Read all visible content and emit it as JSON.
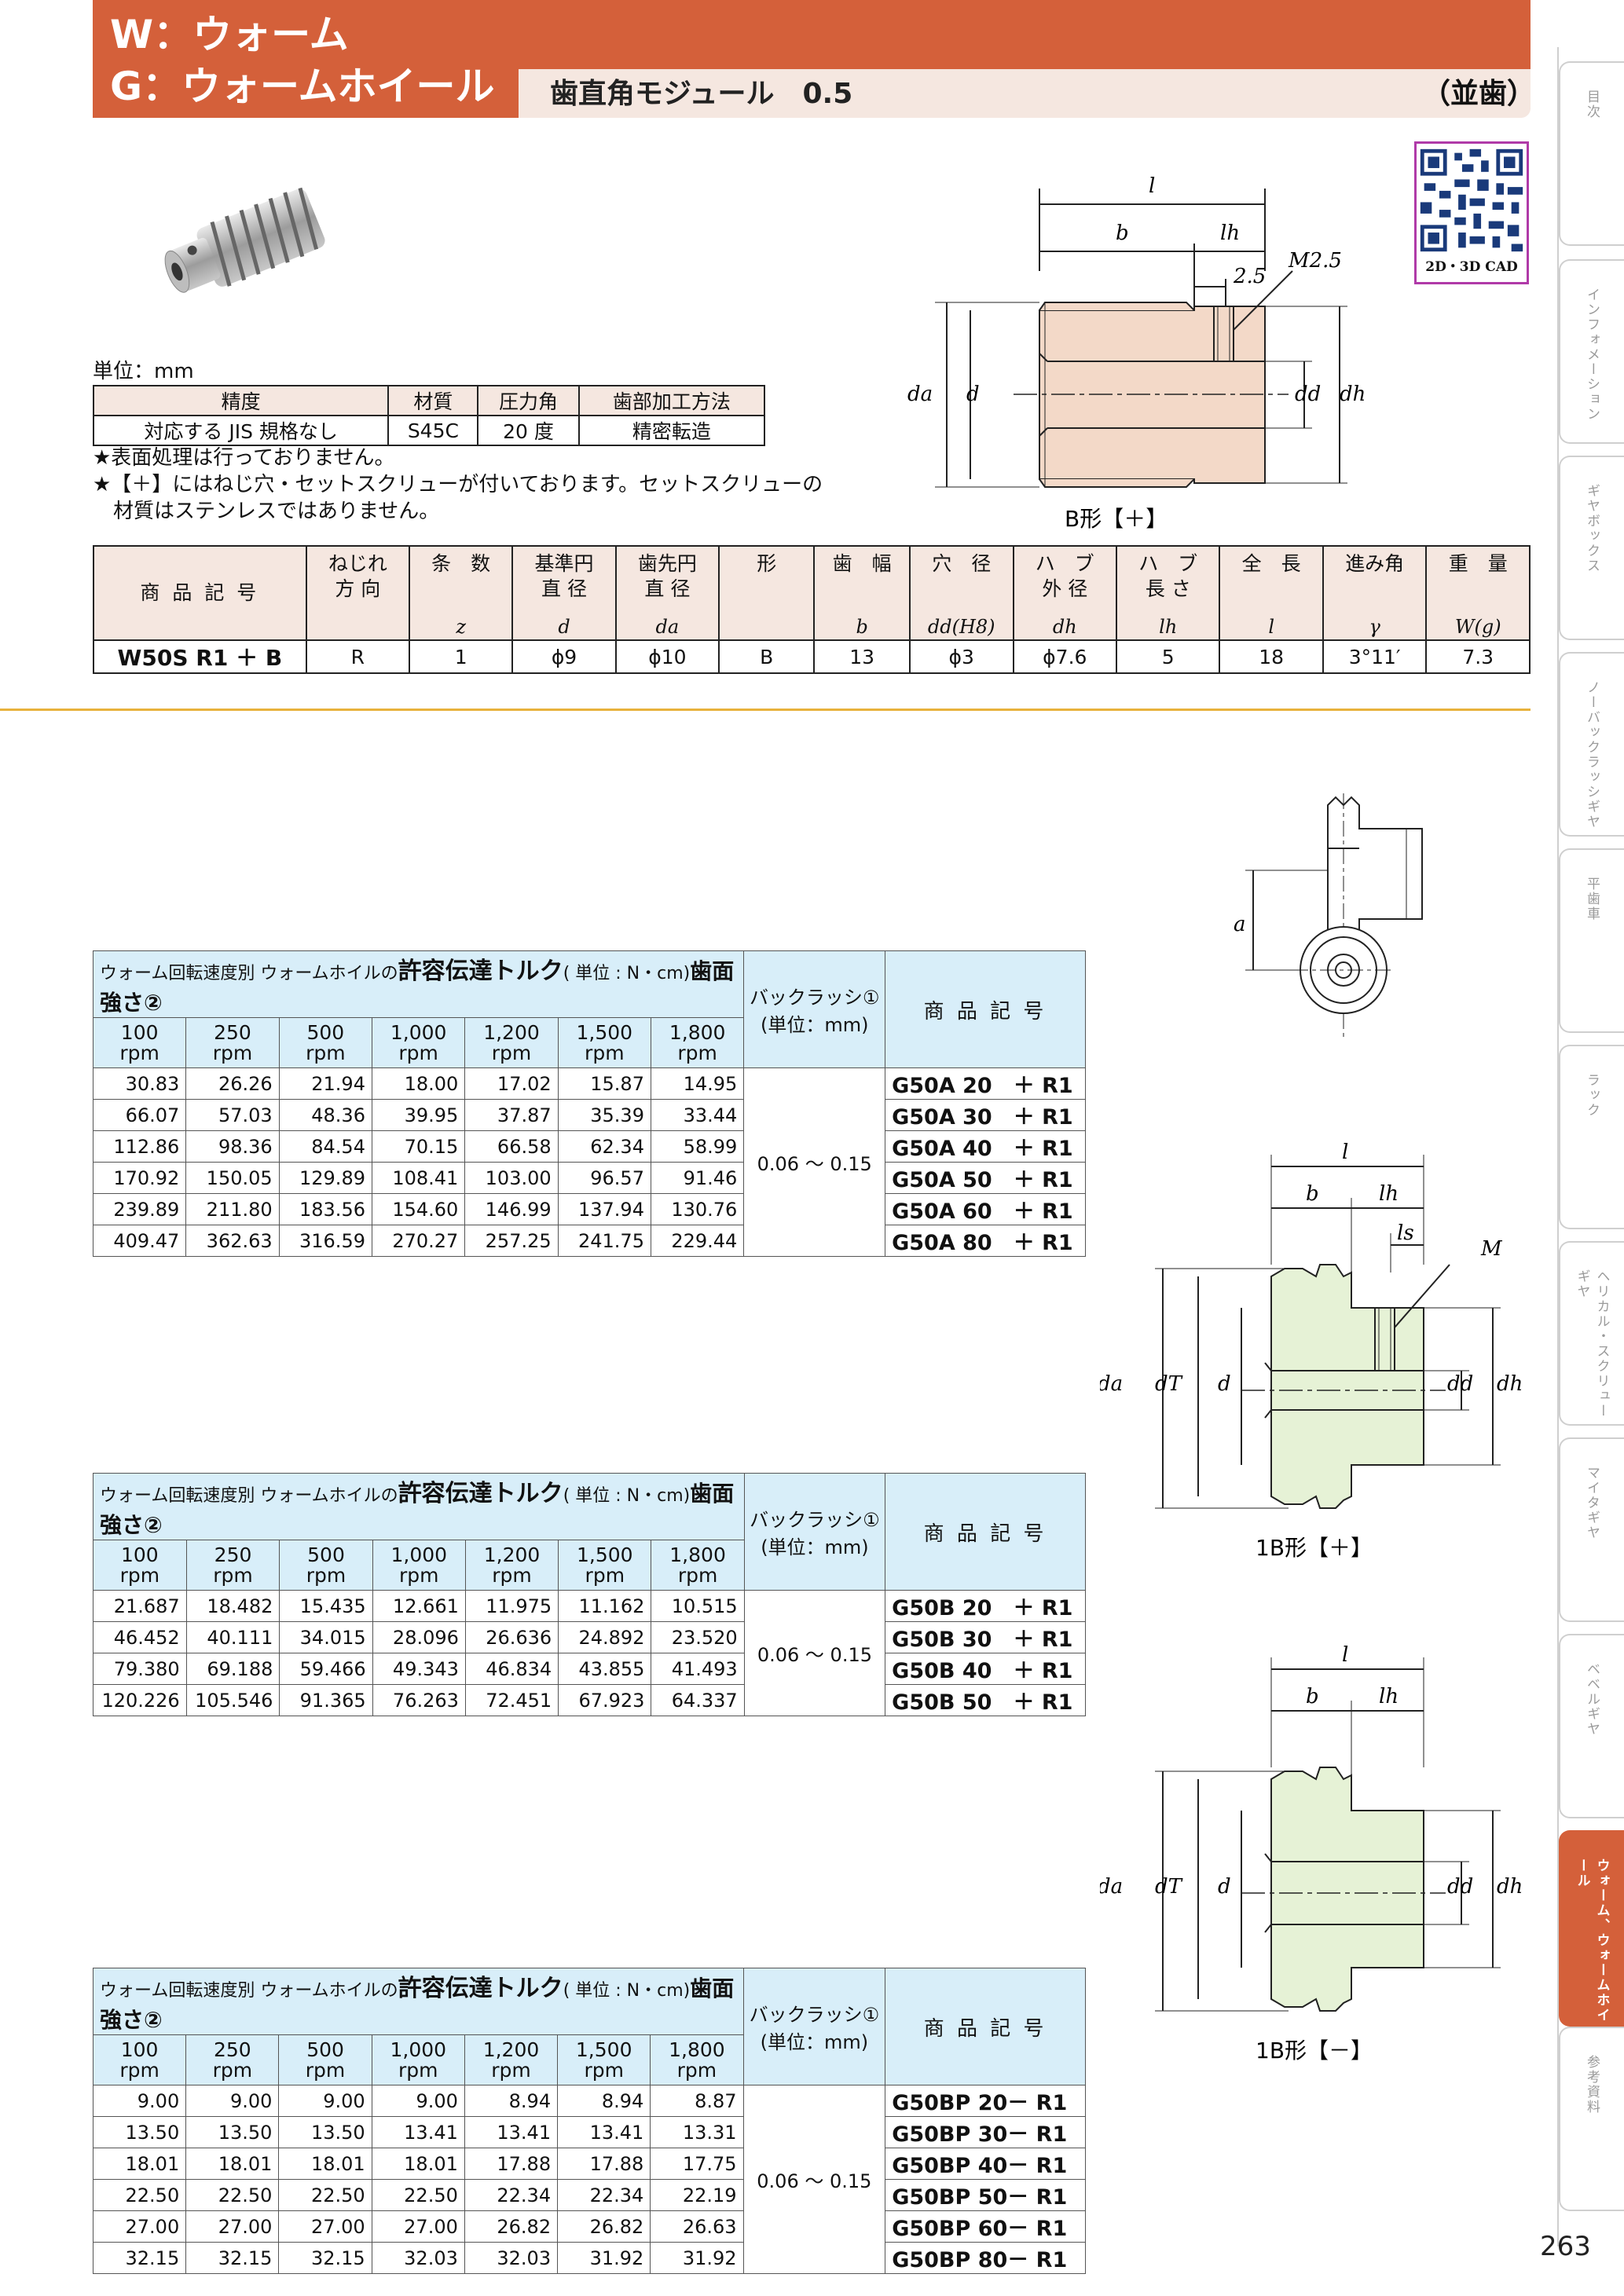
{
  "header": {
    "line1": "W：ウォーム",
    "line2": "G：ウォームホイール",
    "subtitle": "歯直角モジュール　0.5",
    "tooth": "（並歯）"
  },
  "qr_label": "2D・3D CAD",
  "unit_label": "単位：mm",
  "spec": {
    "headers": [
      "精度",
      "材質",
      "圧力角",
      "歯部加工方法"
    ],
    "values": [
      "対応する JIS 規格なし",
      "S45C",
      "20 度",
      "精密転造"
    ]
  },
  "notes": [
    "★表面処理は行っておりません。",
    "★【＋】にはねじ穴・セットスクリューが付いております。セットスクリューの",
    "　材質はステンレスではありません。"
  ],
  "worm_drawing": {
    "caption": "B形【＋】",
    "labels": {
      "l": "l",
      "b": "b",
      "lh": "lh",
      "s": "2.5",
      "m": "M2.5",
      "da": "da",
      "d": "d",
      "dd": "dd",
      "dh": "dh"
    }
  },
  "main_table": {
    "headers": [
      "商 品 記 号",
      "ねじれ\n方 向",
      "条　数",
      "基準円\n直 径",
      "歯先円\n直 径",
      "形",
      "歯　幅",
      "穴　径",
      "ハ　ブ\n外 径",
      "ハ　ブ\n長 さ",
      "全　長",
      "進み角",
      "重　量"
    ],
    "symbols": [
      "",
      "",
      "z",
      "d",
      "da",
      "",
      "b",
      "dd(H8)",
      "dh",
      "lh",
      "l",
      "γ",
      "W(g)"
    ],
    "row": [
      "W50S R1 ＋ B",
      "R",
      "1",
      "ϕ9",
      "ϕ10",
      "B",
      "13",
      "ϕ3",
      "ϕ7.6",
      "5",
      "18",
      "3°11′",
      "7.3"
    ]
  },
  "torque_common": {
    "caption_small": "ウォーム回転速度別 ウォームホイルの",
    "caption_big": "許容伝達トルク",
    "caption_unit": "( 単位 : N・cm)",
    "caption_end": "歯面強さ②",
    "backlash_head": "バックラッシ①\n(単位：mm)",
    "code_head": "商 品 記 号",
    "rpm": [
      "100\nrpm",
      "250\nrpm",
      "500\nrpm",
      "1,000\nrpm",
      "1,200\nrpm",
      "1,500\nrpm",
      "1,800\nrpm"
    ],
    "backlash": "0.06 ～ 0.15"
  },
  "torque_tables": [
    {
      "rows": [
        [
          "30.83",
          "26.26",
          "21.94",
          "18.00",
          "17.02",
          "15.87",
          "14.95",
          "G50A 20　＋ R1"
        ],
        [
          "66.07",
          "57.03",
          "48.36",
          "39.95",
          "37.87",
          "35.39",
          "33.44",
          "G50A 30　＋ R1"
        ],
        [
          "112.86",
          "98.36",
          "84.54",
          "70.15",
          "66.58",
          "62.34",
          "58.99",
          "G50A 40　＋ R1"
        ],
        [
          "170.92",
          "150.05",
          "129.89",
          "108.41",
          "103.00",
          "96.57",
          "91.46",
          "G50A 50　＋ R1"
        ],
        [
          "239.89",
          "211.80",
          "183.56",
          "154.60",
          "146.99",
          "137.94",
          "130.76",
          "G50A 60　＋ R1"
        ],
        [
          "409.47",
          "362.63",
          "316.59",
          "270.27",
          "257.25",
          "241.75",
          "229.44",
          "G50A 80　＋ R1"
        ]
      ]
    },
    {
      "rows": [
        [
          "21.687",
          "18.482",
          "15.435",
          "12.661",
          "11.975",
          "11.162",
          "10.515",
          "G50B 20　＋ R1"
        ],
        [
          "46.452",
          "40.111",
          "34.015",
          "28.096",
          "26.636",
          "24.892",
          "23.520",
          "G50B 30　＋ R1"
        ],
        [
          "79.380",
          "69.188",
          "59.466",
          "49.343",
          "46.834",
          "43.855",
          "41.493",
          "G50B 40　＋ R1"
        ],
        [
          "120.226",
          "105.546",
          "91.365",
          "76.263",
          "72.451",
          "67.923",
          "64.337",
          "G50B 50　＋ R1"
        ]
      ]
    },
    {
      "rows": [
        [
          "9.00",
          "9.00",
          "9.00",
          "9.00",
          "8.94",
          "8.94",
          "8.87",
          "G50BP 20－ R1"
        ],
        [
          "13.50",
          "13.50",
          "13.50",
          "13.41",
          "13.41",
          "13.41",
          "13.31",
          "G50BP 30－ R1"
        ],
        [
          "18.01",
          "18.01",
          "18.01",
          "18.01",
          "17.88",
          "17.88",
          "17.75",
          "G50BP 40－ R1"
        ],
        [
          "22.50",
          "22.50",
          "22.50",
          "22.50",
          "22.34",
          "22.34",
          "22.19",
          "G50BP 50－ R1"
        ],
        [
          "27.00",
          "27.00",
          "27.00",
          "27.00",
          "26.82",
          "26.82",
          "26.63",
          "G50BP 60－ R1"
        ],
        [
          "32.15",
          "32.15",
          "32.15",
          "32.03",
          "32.03",
          "31.92",
          "31.92",
          "G50BP 80－ R1"
        ]
      ]
    }
  ],
  "wheel_drawings": {
    "side_label": "a",
    "plus_caption": "1B形【＋】",
    "minus_caption": "1B形【－】",
    "labels": {
      "l": "l",
      "b": "b",
      "lh": "lh",
      "ls": "ls",
      "m": "M",
      "da": "da",
      "dt": "dT",
      "d": "d",
      "dd": "dd",
      "dh": "dh"
    }
  },
  "sidebar": [
    "目次",
    "インフォメーション",
    "ギヤボックス",
    "ノーバックラッシギヤ",
    "平歯車",
    "ラック",
    "ヘリカル・スクリューギヤ",
    "マイタギヤ",
    "ベベルギヤ",
    "ウォーム、ウォームホイール",
    "参考資料"
  ],
  "page_number": "263",
  "colors": {
    "accent": "#d4603a",
    "table_head_warm": "#f5e7e0",
    "table_head_cool": "#d8eef9",
    "divider": "#e8b23c",
    "worm_fill": "#f3d9c8",
    "wheel_fill": "#e6f2d6"
  }
}
